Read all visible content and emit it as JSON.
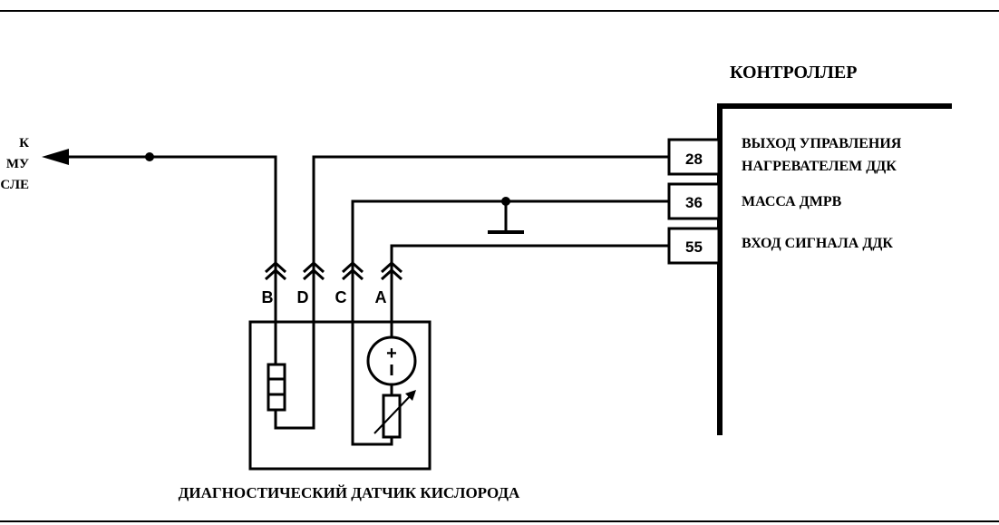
{
  "controller": {
    "title": "КОНТРОЛЛЕР",
    "pins": [
      {
        "number": "28",
        "label_line1": "ВЫХОД УПРАВЛЕНИЯ",
        "label_line2": "НАГРЕВАТЕЛЕМ ДДК"
      },
      {
        "number": "36",
        "label_line1": "МАССА ДМРВ"
      },
      {
        "number": "55",
        "label_line1": "ВХОД СИГНАЛА ДДК"
      }
    ]
  },
  "left_cut_text": {
    "line1": "К",
    "line2": "МУ",
    "line3": "СЛЕ"
  },
  "sensor": {
    "title": "ДИАГНОСТИЧЕСКИЙ ДАТЧИК КИСЛОРОДА",
    "connector_letters": [
      "B",
      "D",
      "C",
      "A"
    ],
    "source_plus": "+",
    "source_minus": "-"
  }
}
